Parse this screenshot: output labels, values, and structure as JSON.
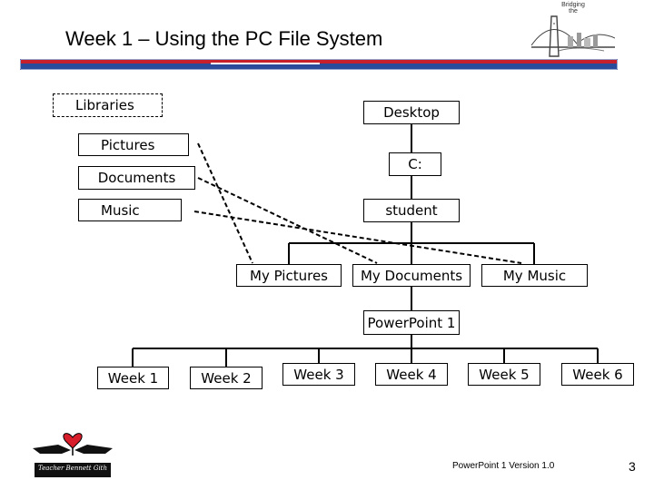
{
  "slide": {
    "title": "Week 1 – Using the PC File System",
    "footer_text": "PowerPoint 1  Version 1.0",
    "page_number": "3"
  },
  "logos": {
    "top_right": {
      "text_line1": "Bridging",
      "text_line2": "the"
    },
    "bottom_left": {
      "signature": "Teacher Bennett Gith"
    }
  },
  "nodes": {
    "libraries": "Libraries",
    "desktop": "Desktop",
    "pictures": "Pictures",
    "documents": "Documents",
    "music": "Music",
    "c_drive": "C:",
    "student": "student",
    "my_pictures": "My Pictures",
    "my_documents": "My Documents",
    "my_music": "My Music",
    "powerpoint1": "PowerPoint 1",
    "weeks": [
      "Week 1",
      "Week 2",
      "Week 3",
      "Week 4",
      "Week 5",
      "Week 6"
    ]
  },
  "colors": {
    "banner_red": "#c8202a",
    "banner_blue": "#2a4a9a"
  }
}
